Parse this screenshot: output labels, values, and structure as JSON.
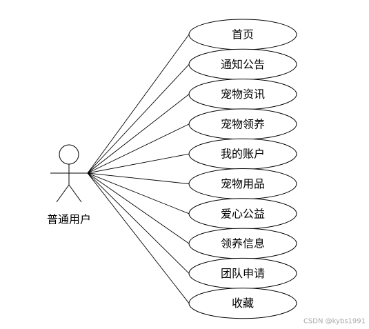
{
  "actor": {
    "label": "普通用户"
  },
  "use_cases": [
    {
      "label": "首页"
    },
    {
      "label": "通知公告"
    },
    {
      "label": "宠物资讯"
    },
    {
      "label": "宠物领养"
    },
    {
      "label": "我的账户"
    },
    {
      "label": "宠物用品"
    },
    {
      "label": "爱心公益"
    },
    {
      "label": "领养信息"
    },
    {
      "label": "团队申请"
    },
    {
      "label": "收藏"
    }
  ],
  "watermark": "CSDN @kybs1991"
}
